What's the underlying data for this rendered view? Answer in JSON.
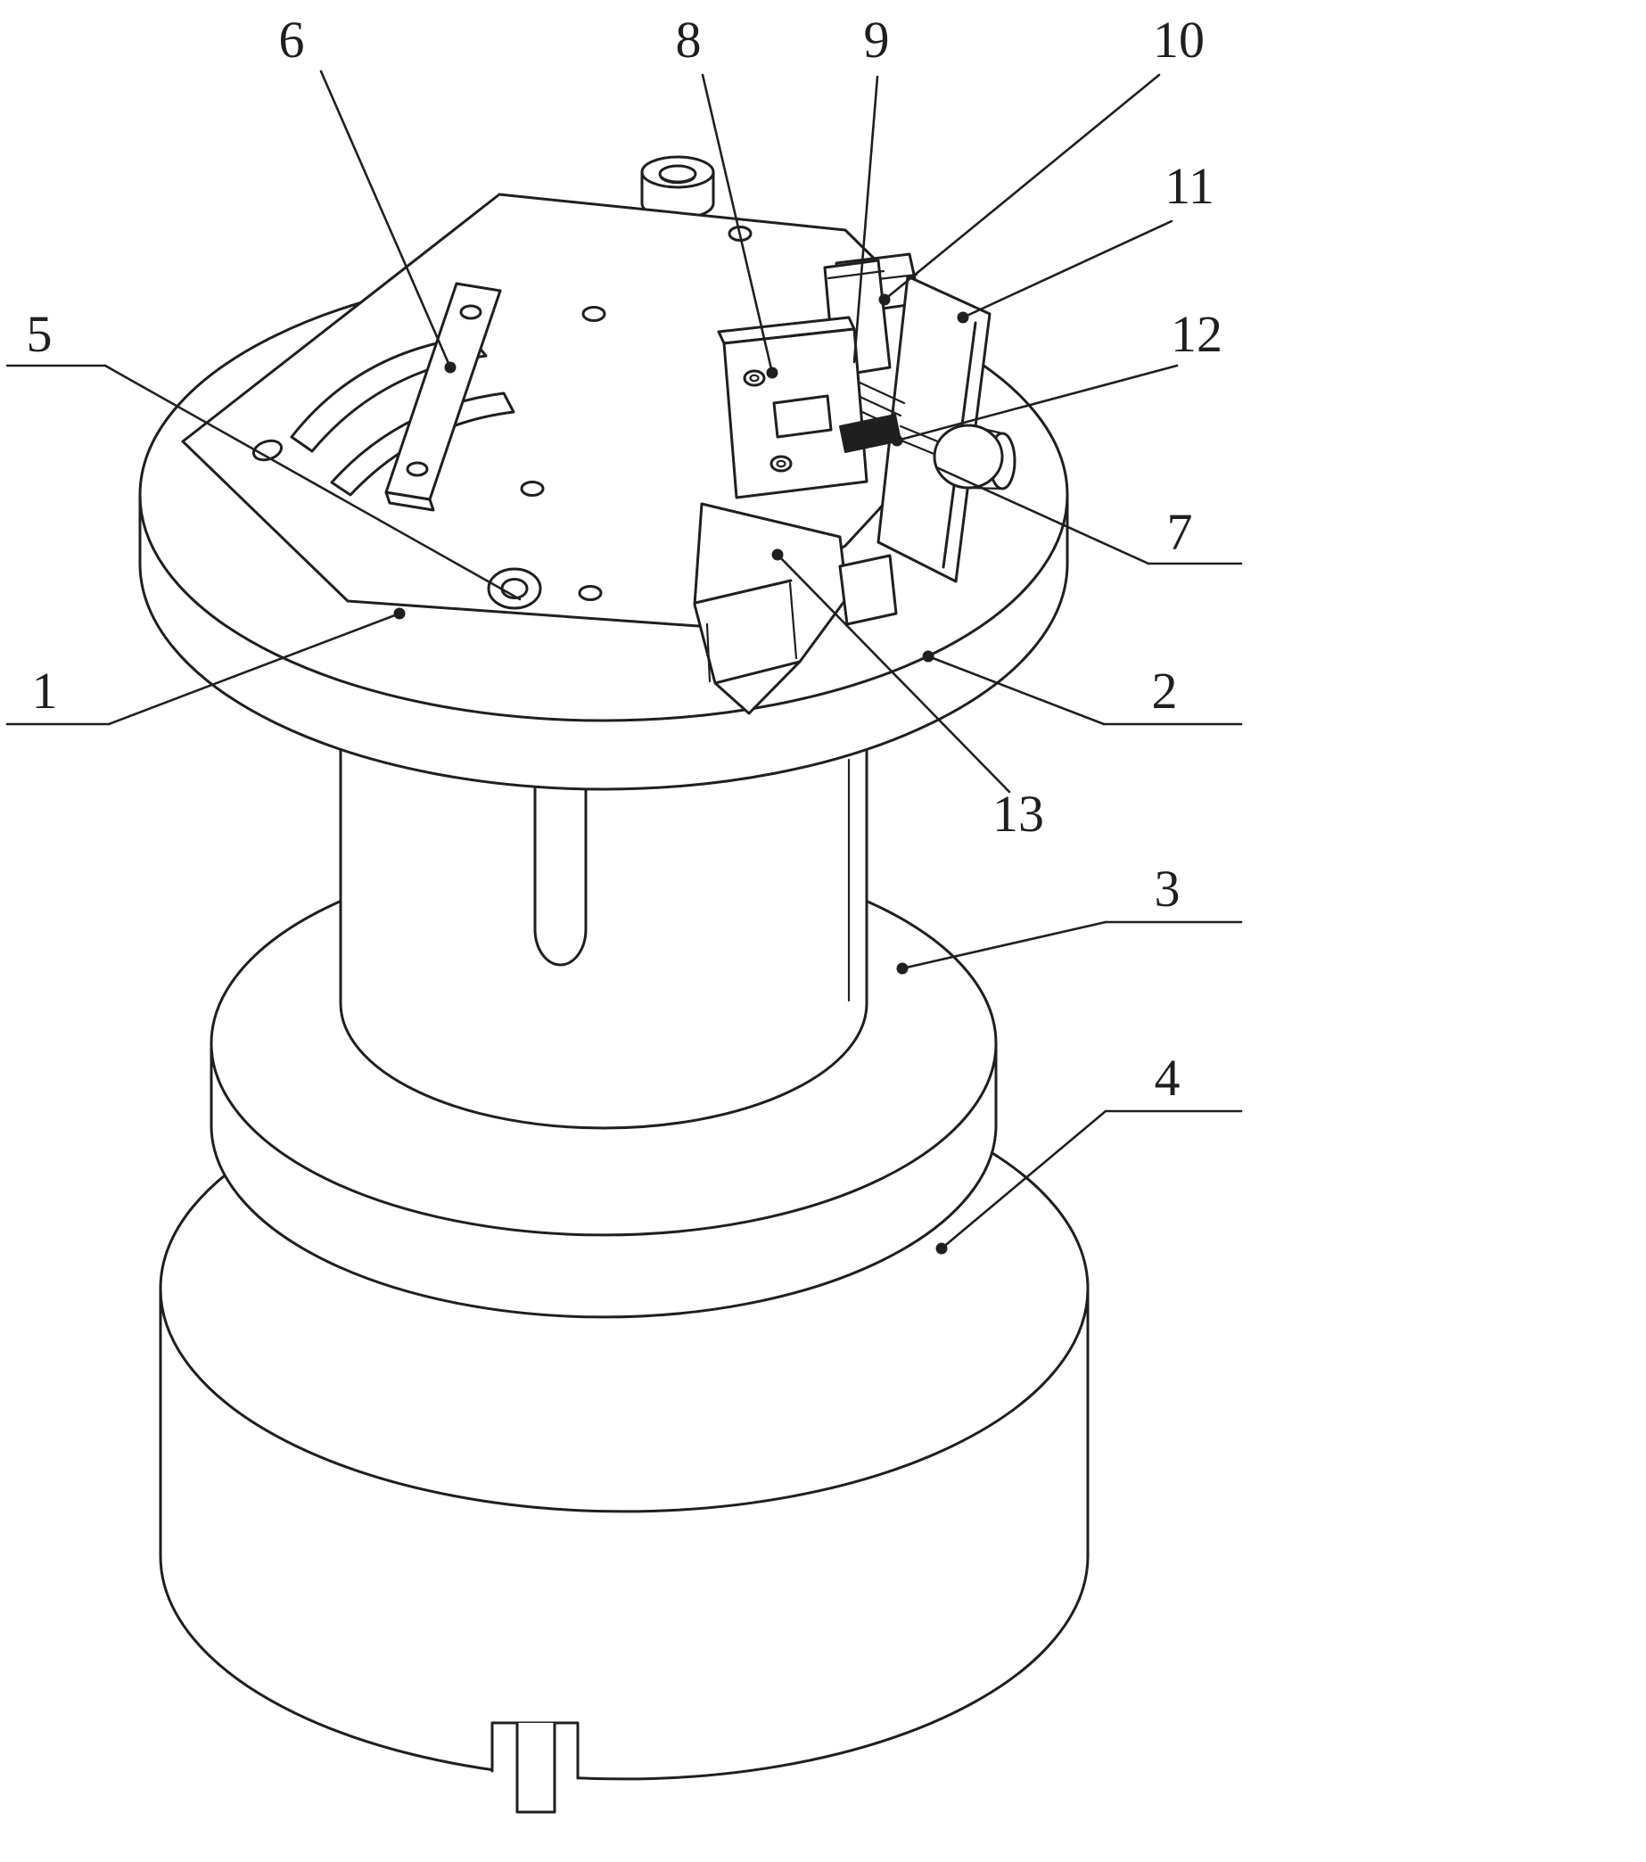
{
  "figure": {
    "kind": "patent-style isometric line drawing of a cylindrical clamping fixture",
    "background_color": "#ffffff",
    "line_color": "#1f1f1f",
    "screw_fill_color": "#1f1f1f"
  },
  "callouts": [
    {
      "id": "1",
      "label": "1"
    },
    {
      "id": "2",
      "label": "2"
    },
    {
      "id": "3",
      "label": "3"
    },
    {
      "id": "4",
      "label": "4"
    },
    {
      "id": "5",
      "label": "5"
    },
    {
      "id": "6",
      "label": "6"
    },
    {
      "id": "7",
      "label": "7"
    },
    {
      "id": "8",
      "label": "8"
    },
    {
      "id": "9",
      "label": "9"
    },
    {
      "id": "10",
      "label": "10"
    },
    {
      "id": "11",
      "label": "11"
    },
    {
      "id": "12",
      "label": "12"
    },
    {
      "id": "13",
      "label": "13"
    }
  ]
}
